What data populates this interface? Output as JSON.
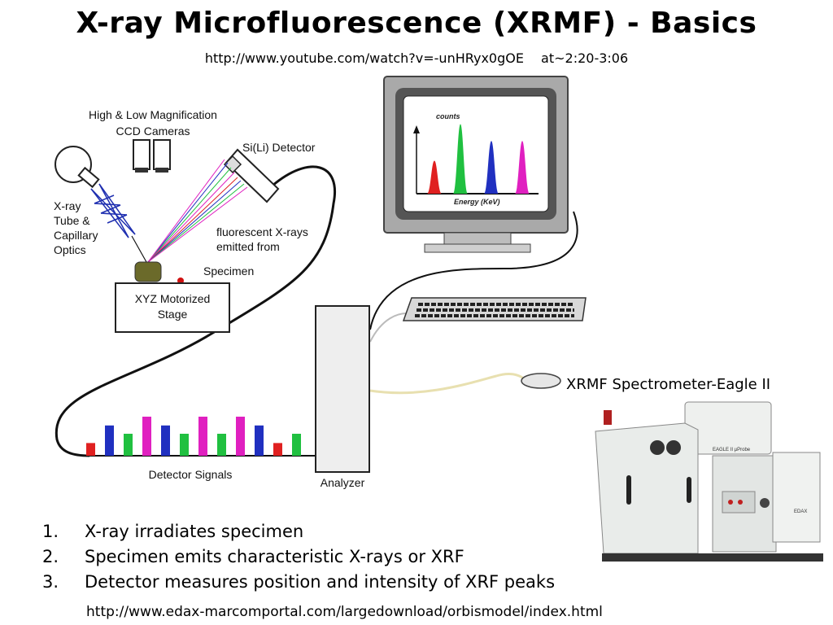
{
  "title": "X-ray Microfluorescence (XRMF) - Basics",
  "video": {
    "url": "http://www.youtube.com/watch?v=-unHRyx0gOE",
    "time": "at~2:20-3:06"
  },
  "diagram": {
    "cameras_label": [
      "High & Low Magnification",
      "CCD Cameras"
    ],
    "detector_label": "Si(Li) Detector",
    "tube_label": [
      "X-ray",
      "Tube &",
      "Capillary",
      "Optics"
    ],
    "fluorescent_label": [
      "fluorescent X-rays",
      "emitted from"
    ],
    "specimen_label": "Specimen",
    "stage_label": [
      "XYZ Motorized",
      "Stage"
    ],
    "detector_signals_label": "Detector Signals",
    "analyzer_label": "Analyzer",
    "monitor_counts_label": "counts",
    "monitor_energy_label": "Energy (KeV)",
    "monitor_peaks": [
      {
        "color": "#e02020",
        "height": 0.45
      },
      {
        "color": "#20c040",
        "height": 0.95
      },
      {
        "color": "#2030c0",
        "height": 0.72
      },
      {
        "color": "#e020c0",
        "height": 0.72
      }
    ],
    "detector_signals": [
      {
        "color": "#e02020",
        "height": 0.26
      },
      {
        "color": "#2030c0",
        "height": 0.62
      },
      {
        "color": "#20c040",
        "height": 0.45
      },
      {
        "color": "#e020c0",
        "height": 0.8
      },
      {
        "color": "#2030c0",
        "height": 0.62
      },
      {
        "color": "#20c040",
        "height": 0.45
      },
      {
        "color": "#e020c0",
        "height": 0.8
      },
      {
        "color": "#20c040",
        "height": 0.45
      },
      {
        "color": "#e020c0",
        "height": 0.8
      },
      {
        "color": "#2030c0",
        "height": 0.62
      },
      {
        "color": "#e02020",
        "height": 0.26
      },
      {
        "color": "#20c040",
        "height": 0.45
      }
    ]
  },
  "spectrometer": {
    "caption": "XRMF Spectrometer-Eagle II",
    "panel_text": "EAGLE II µProbe",
    "brand_text": "EDAX"
  },
  "steps": [
    {
      "num": "1.",
      "text": "X-ray irradiates specimen"
    },
    {
      "num": "2.",
      "text": "Specimen emits characteristic X-rays or XRF"
    },
    {
      "num": "3.",
      "text": "Detector measures position and intensity of XRF peaks"
    }
  ],
  "footer_url": "http://www.edax-marcomportal.com/largedownload/orbismodel/index.html"
}
